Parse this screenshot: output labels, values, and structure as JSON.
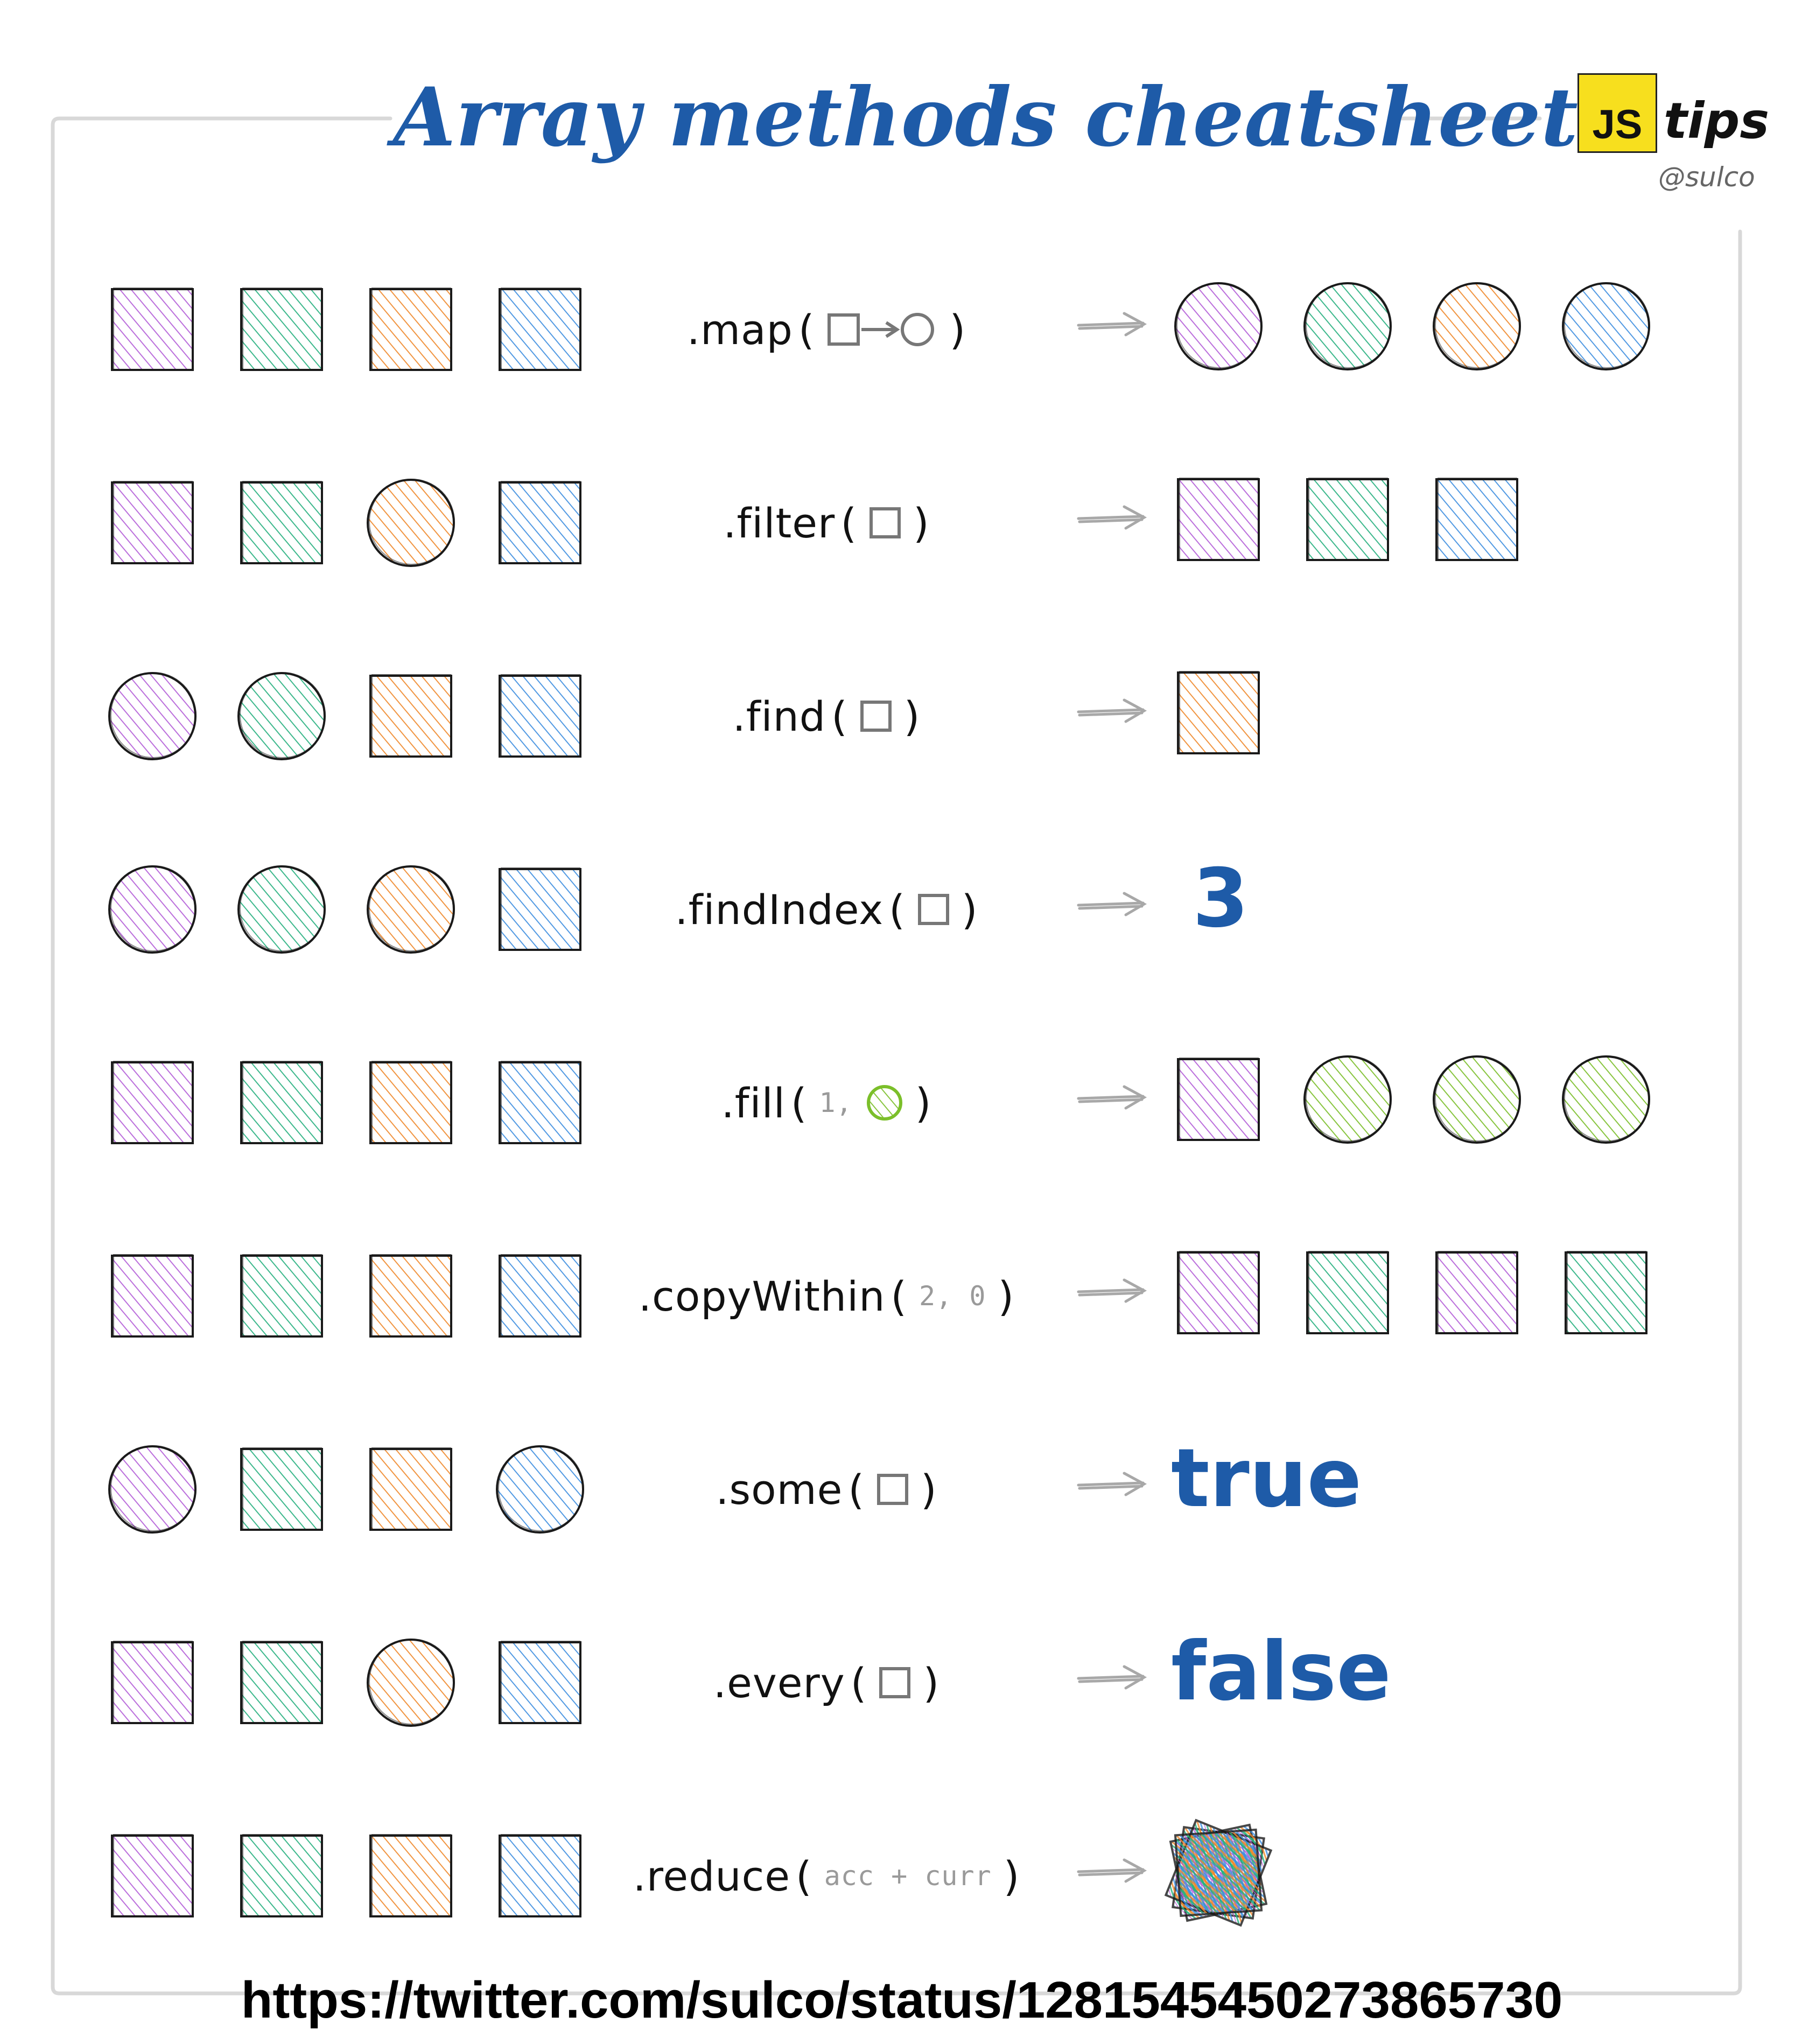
{
  "header": {
    "title": "Array methods cheatsheet",
    "logo_badge": "JS",
    "logo_word": "tips",
    "logo_handle": "@sulco"
  },
  "colors": {
    "purple": "#b45fd9",
    "green": "#27b07f",
    "orange": "#f08a2c",
    "blue": "#3f8fe0",
    "lime": "#7bbf2a",
    "title_blue": "#1e5ba8",
    "frame": "#d8d8d8"
  },
  "rows": [
    {
      "id": "map",
      "method_name": ".map",
      "arg_icon": "square-to-circle-icon",
      "arg_text": "",
      "inputs": [
        [
          "square",
          "purple"
        ],
        [
          "square",
          "green"
        ],
        [
          "square",
          "orange"
        ],
        [
          "square",
          "blue"
        ]
      ],
      "outputs": [
        [
          "circle",
          "purple"
        ],
        [
          "circle",
          "green"
        ],
        [
          "circle",
          "orange"
        ],
        [
          "circle",
          "blue"
        ]
      ],
      "result_text": ""
    },
    {
      "id": "filter",
      "method_name": ".filter",
      "arg_icon": "square-icon",
      "arg_text": "",
      "inputs": [
        [
          "square",
          "purple"
        ],
        [
          "square",
          "green"
        ],
        [
          "circle",
          "orange"
        ],
        [
          "square",
          "blue"
        ]
      ],
      "outputs": [
        [
          "square",
          "purple"
        ],
        [
          "square",
          "green"
        ],
        [
          "square",
          "blue"
        ]
      ],
      "result_text": ""
    },
    {
      "id": "find",
      "method_name": ".find",
      "arg_icon": "square-icon",
      "arg_text": "",
      "inputs": [
        [
          "circle",
          "purple"
        ],
        [
          "circle",
          "green"
        ],
        [
          "square",
          "orange"
        ],
        [
          "square",
          "blue"
        ]
      ],
      "outputs": [
        [
          "square",
          "orange"
        ]
      ],
      "result_text": ""
    },
    {
      "id": "findIndex",
      "method_name": ".findIndex",
      "arg_icon": "square-icon",
      "arg_text": "",
      "inputs": [
        [
          "circle",
          "purple"
        ],
        [
          "circle",
          "green"
        ],
        [
          "circle",
          "orange"
        ],
        [
          "square",
          "blue"
        ]
      ],
      "outputs": [],
      "result_text": "3"
    },
    {
      "id": "fill",
      "method_name": ".fill",
      "arg_icon": "green-circle-icon",
      "arg_text": "1,",
      "inputs": [
        [
          "square",
          "purple"
        ],
        [
          "square",
          "green"
        ],
        [
          "square",
          "orange"
        ],
        [
          "square",
          "blue"
        ]
      ],
      "outputs": [
        [
          "square",
          "purple"
        ],
        [
          "circle",
          "lime"
        ],
        [
          "circle",
          "lime"
        ],
        [
          "circle",
          "lime"
        ]
      ],
      "result_text": ""
    },
    {
      "id": "copyWithin",
      "method_name": ".copyWithin",
      "arg_icon": "",
      "arg_text": "2, 0",
      "inputs": [
        [
          "square",
          "purple"
        ],
        [
          "square",
          "green"
        ],
        [
          "square",
          "orange"
        ],
        [
          "square",
          "blue"
        ]
      ],
      "outputs": [
        [
          "square",
          "purple"
        ],
        [
          "square",
          "green"
        ],
        [
          "square",
          "purple"
        ],
        [
          "square",
          "green"
        ]
      ],
      "result_text": ""
    },
    {
      "id": "some",
      "method_name": ".some",
      "arg_icon": "square-icon",
      "arg_text": "",
      "inputs": [
        [
          "circle",
          "purple"
        ],
        [
          "square",
          "green"
        ],
        [
          "square",
          "orange"
        ],
        [
          "circle",
          "blue"
        ]
      ],
      "outputs": [],
      "result_text": "true"
    },
    {
      "id": "every",
      "method_name": ".every",
      "arg_icon": "square-icon",
      "arg_text": "",
      "inputs": [
        [
          "square",
          "purple"
        ],
        [
          "square",
          "green"
        ],
        [
          "circle",
          "orange"
        ],
        [
          "square",
          "blue"
        ]
      ],
      "outputs": [],
      "result_text": "false"
    },
    {
      "id": "reduce",
      "method_name": ".reduce",
      "arg_icon": "",
      "arg_text": "acc + curr",
      "inputs": [
        [
          "square",
          "purple"
        ],
        [
          "square",
          "green"
        ],
        [
          "square",
          "orange"
        ],
        [
          "square",
          "blue"
        ]
      ],
      "outputs": [
        [
          "stack",
          "mixed"
        ]
      ],
      "result_text": ""
    }
  ],
  "footer": {
    "url": "https://twitter.com/sulco/status/1281545450273865730"
  }
}
